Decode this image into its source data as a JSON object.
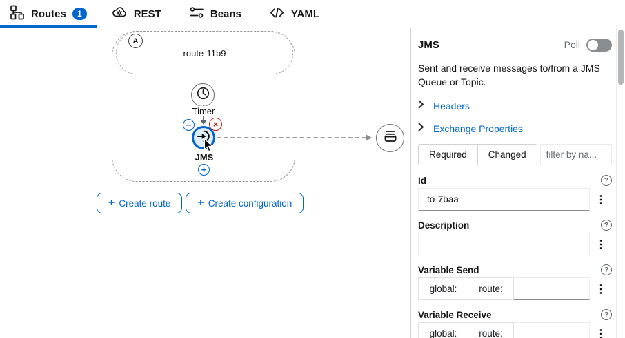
{
  "tabs": {
    "routes": {
      "label": "Routes",
      "badge": "1"
    },
    "rest": {
      "label": "REST"
    },
    "beans": {
      "label": "Beans"
    },
    "yaml": {
      "label": "YAML"
    }
  },
  "canvas": {
    "group_badge": "A",
    "route_title": "route-11b9",
    "timer_label": "Timer",
    "jms_label": "JMS",
    "create_route_label": "Create route",
    "create_config_label": "Create configuration"
  },
  "panel": {
    "title": "JMS",
    "poll_label": "Poll",
    "description": "Sent and receive messages to/from a JMS Queue or Topic.",
    "headers_link": "Headers",
    "exchange_properties_link": "Exchange Properties",
    "required_button": "Required",
    "changed_button": "Changed",
    "filter_placeholder": "filter by na...",
    "fields": {
      "id": {
        "label": "Id",
        "value": "to-7baa"
      },
      "description": {
        "label": "Description",
        "value": ""
      },
      "variable_send": {
        "label": "Variable Send",
        "global": "global:",
        "route": "route:",
        "value": ""
      },
      "variable_receive": {
        "label": "Variable Receive",
        "global": "global:",
        "route": "route:",
        "value": ""
      }
    }
  },
  "icons": {
    "kebab": "⋮",
    "plus": "+",
    "help": "?",
    "close": "×",
    "arrow_right": "→"
  },
  "colors": {
    "accent": "#0066cc",
    "danger": "#c9190b",
    "toggle_off": "#8a8d90"
  }
}
